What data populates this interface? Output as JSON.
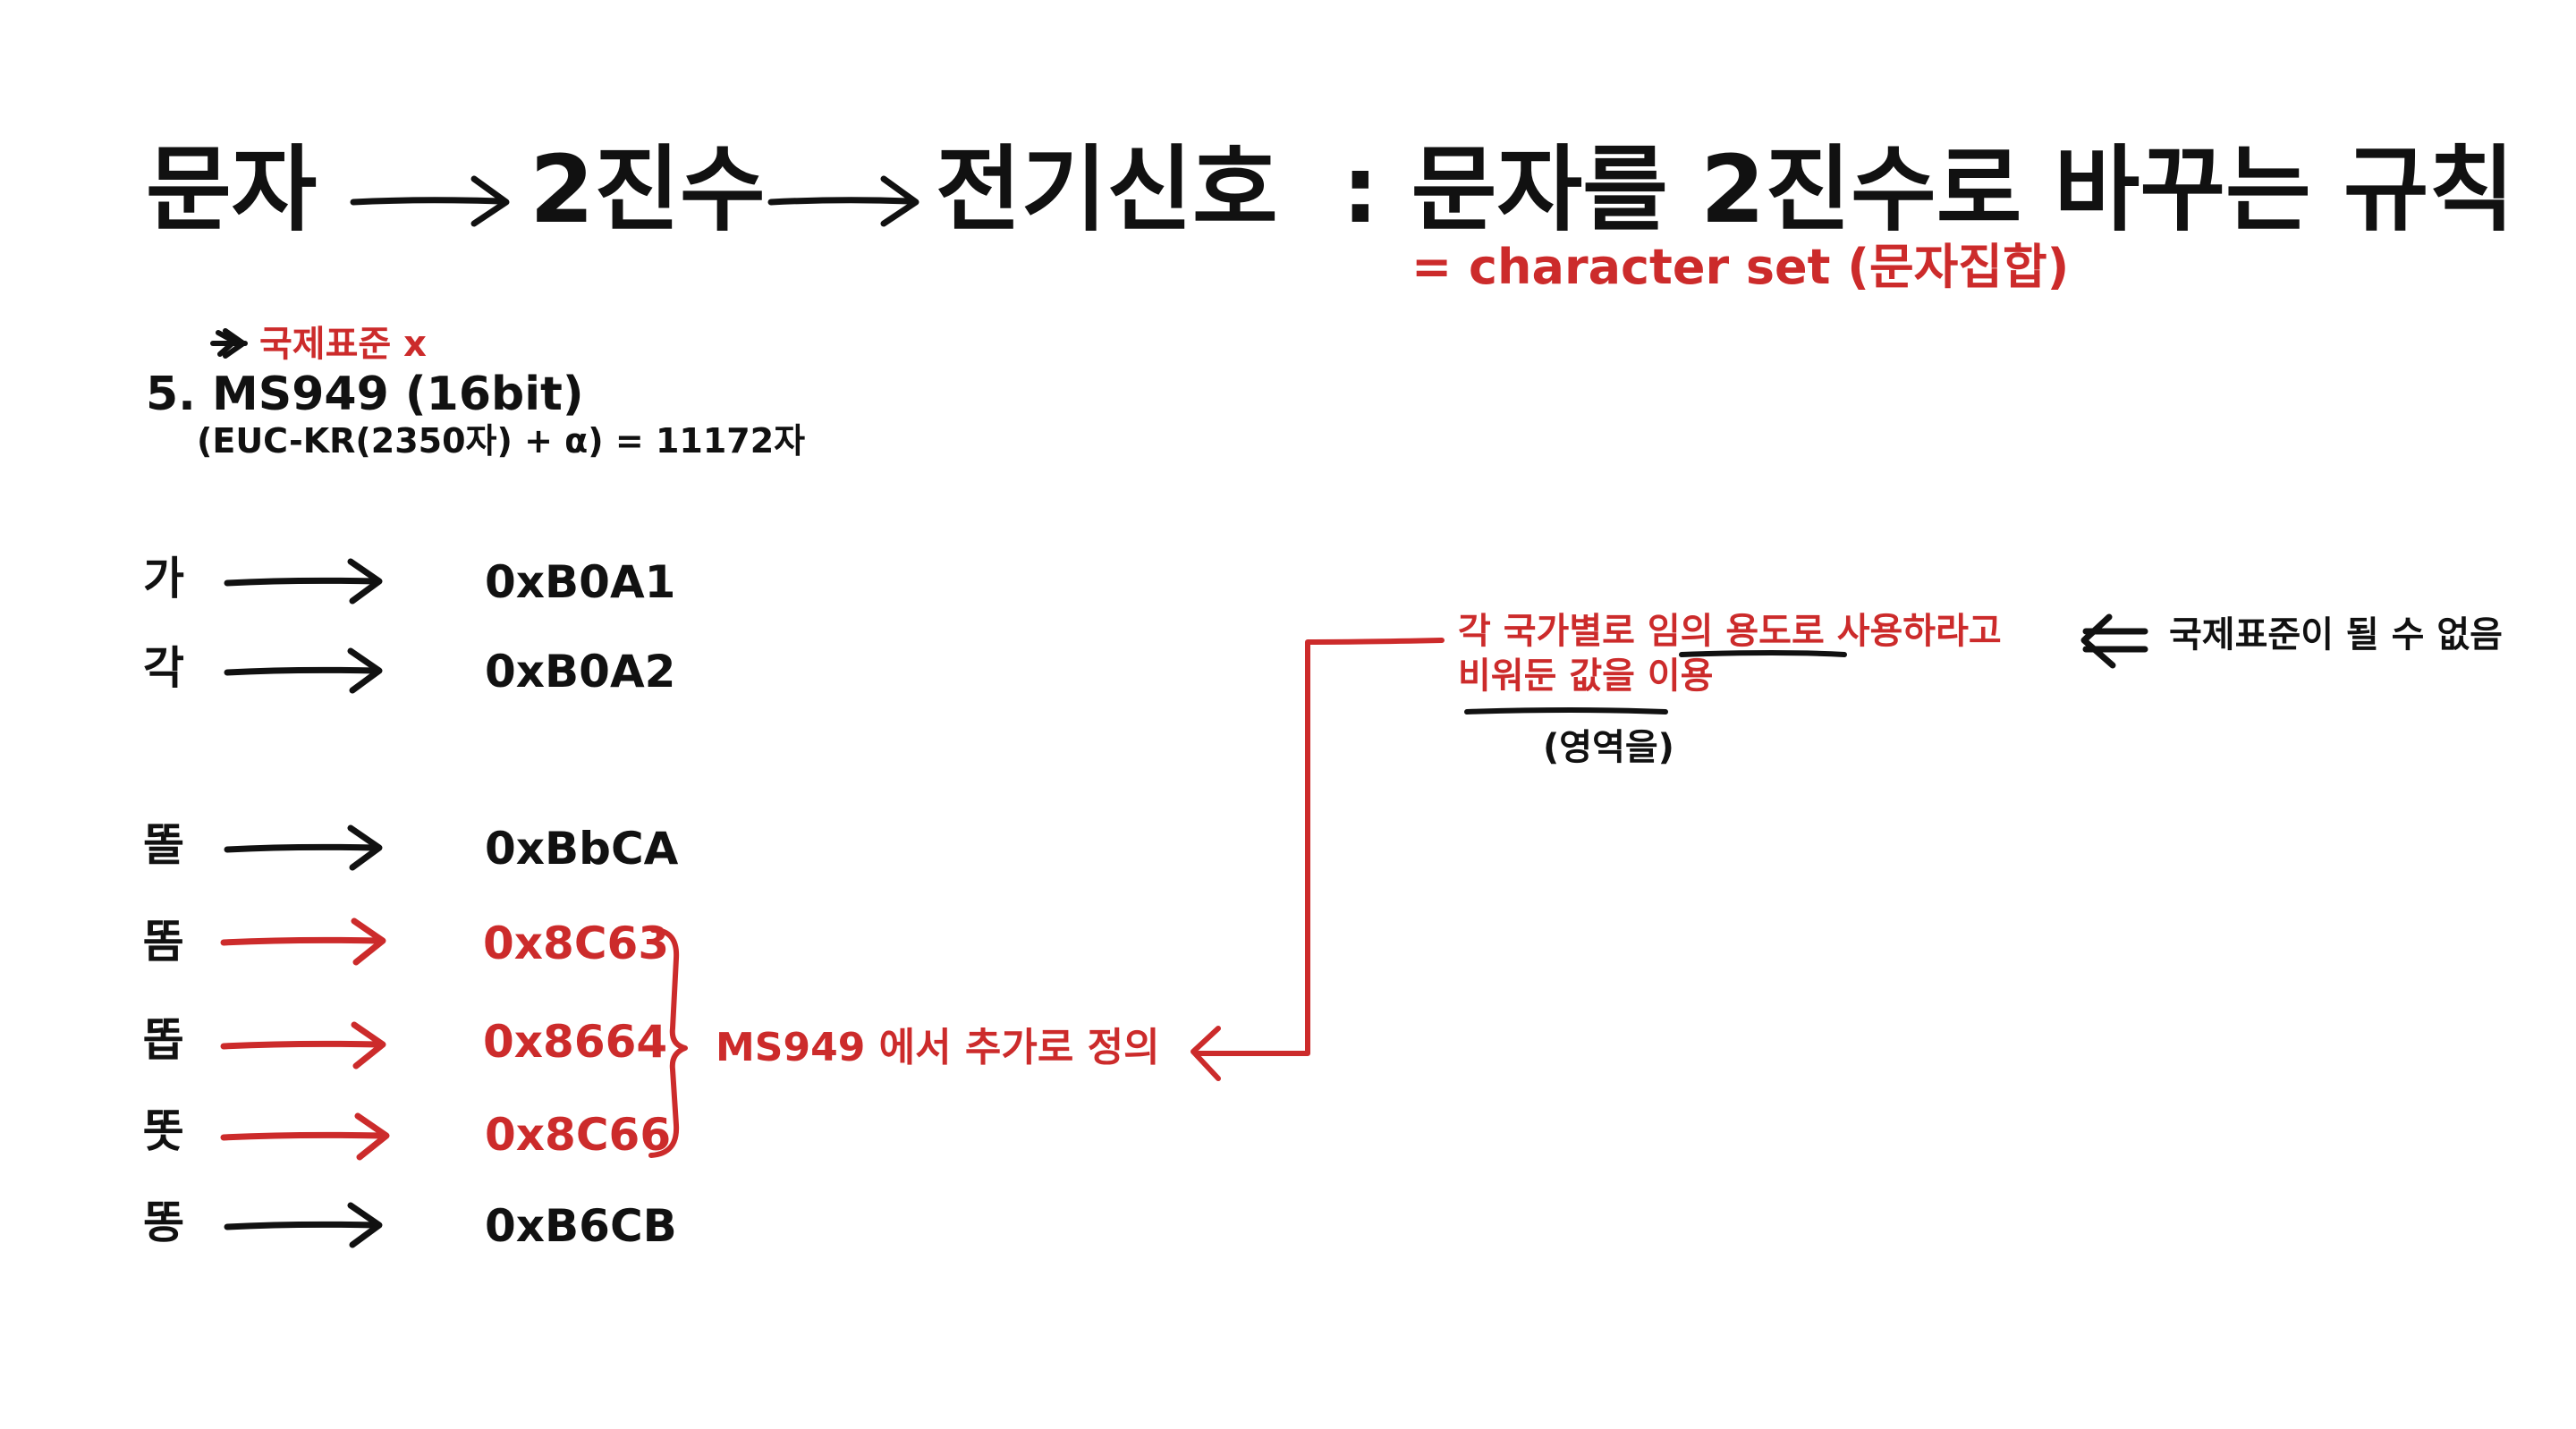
{
  "title": {
    "word1": "문자",
    "word2": "2진수",
    "word3": "전기신호",
    "rule": ": 문자를 2진수로 바꾸는 규칙"
  },
  "subtitle": "= character set (문자집합)",
  "note_international": "국제표준 x",
  "heading": "5. MS949 (16bit)",
  "subheading": "(EUC-KR(2350자) + α) = 11172자",
  "mappings": [
    {
      "char": "가",
      "code": "0xB0A1",
      "color": "#111111"
    },
    {
      "char": "각",
      "code": "0xB0A2",
      "color": "#111111"
    },
    {
      "char": "똘",
      "code": "0xBbCA",
      "color": "#111111"
    },
    {
      "char": "똠",
      "code": "0x8C63",
      "color": "#cc2b2b"
    },
    {
      "char": "똡",
      "code": "0x8664",
      "color": "#cc2b2b"
    },
    {
      "char": "똣",
      "code": "0x8C66",
      "color": "#cc2b2b"
    },
    {
      "char": "똥",
      "code": "0xB6CB",
      "color": "#111111"
    }
  ],
  "ms949_added": "MS949 에서 추가로 정의",
  "reserved_line1": "각 국가별로 임의 용도로 사용하라고",
  "reserved_line2": "비워둔 값을 이용",
  "reserved_area": "(영역을)",
  "not_standard": "국제표준이 될 수 없음",
  "colors": {
    "ink": "#111111",
    "accent": "#cc2b2b"
  }
}
